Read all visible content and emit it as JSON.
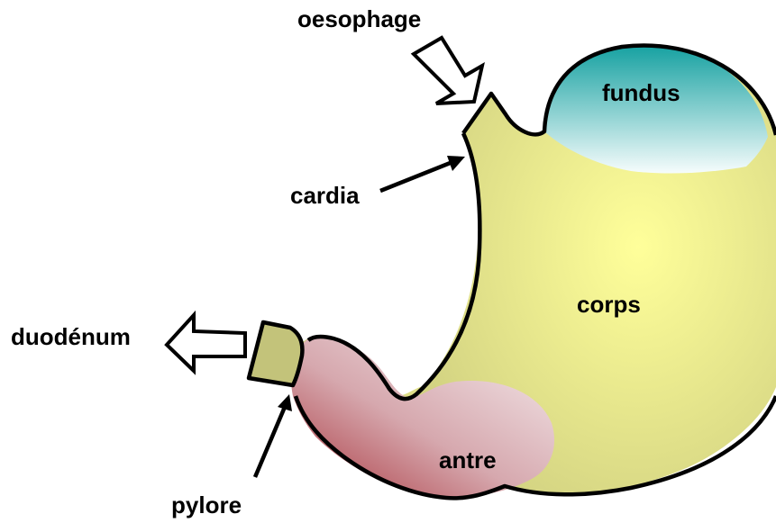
{
  "labels": {
    "oesophage": "oesophage",
    "fundus": "fundus",
    "cardia": "cardia",
    "corps": "corps",
    "duodenum": "duodénum",
    "antre": "antre",
    "pylore": "pylore"
  },
  "colors": {
    "stomach_body": "#d6d68a",
    "fundus_top": "#1aa3a3",
    "fundus_bottom": "#f2fbfb",
    "antre_light": "#f2e6ea",
    "antre_dark": "#a8343c",
    "pylorus": "#c3c37a",
    "outline": "#000000",
    "arrow_fill": "#ffffff"
  }
}
